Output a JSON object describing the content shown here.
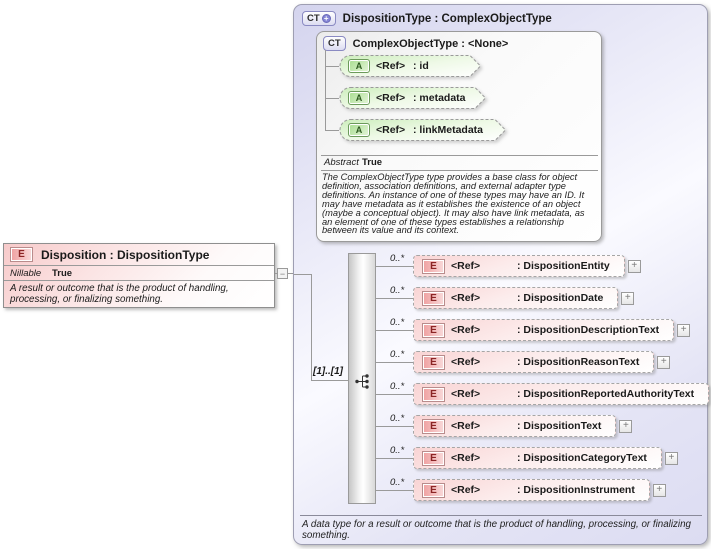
{
  "diagram": {
    "element": {
      "badge": "E",
      "title": "Disposition : DispositionType",
      "property_name": "Nillable",
      "property_value": "True",
      "annotation": "A result or outcome that is the product of handling, processing, or finalizing something."
    },
    "connector": {
      "collapse_glyph": "−"
    },
    "type_box": {
      "badge": "CT",
      "badge_plus": "+",
      "title": "DispositionType : ComplexObjectType",
      "annotation": "A data type for a result or outcome that is the product of handling, processing, or finalizing something.",
      "base_type": {
        "badge": "CT",
        "title": "ComplexObjectType : <None>",
        "attributes": [
          {
            "badge": "A",
            "ref": "<Ref>",
            "name": ": id"
          },
          {
            "badge": "A",
            "ref": "<Ref>",
            "name": ": metadata"
          },
          {
            "badge": "A",
            "ref": "<Ref>",
            "name": ": linkMetadata"
          }
        ],
        "property_name": "Abstract",
        "property_value": "True",
        "annotation": "The ComplexObjectType type provides a base class for object definition, association definitions, and external adapter type definitions. An instance of one of these types may have an ID. It may have metadata as it establishes the existence of an object (maybe a conceptual object). It may also have link metadata, as an element of one of these types establishes a relationship between its value and its context."
      },
      "sequence": {
        "cardinality": "[1]..[1]"
      },
      "children": [
        {
          "badge": "E",
          "occurrence": "0..*",
          "ref": "<Ref>",
          "name": ": DispositionEntity",
          "expand": "+"
        },
        {
          "badge": "E",
          "occurrence": "0..*",
          "ref": "<Ref>",
          "name": ": DispositionDate",
          "expand": "+"
        },
        {
          "badge": "E",
          "occurrence": "0..*",
          "ref": "<Ref>",
          "name": ": DispositionDescriptionText",
          "expand": "+"
        },
        {
          "badge": "E",
          "occurrence": "0..*",
          "ref": "<Ref>",
          "name": ": DispositionReasonText",
          "expand": "+"
        },
        {
          "badge": "E",
          "occurrence": "0..*",
          "ref": "<Ref>",
          "name": ": DispositionReportedAuthorityText",
          "expand": "+"
        },
        {
          "badge": "E",
          "occurrence": "0..*",
          "ref": "<Ref>",
          "name": ": DispositionText",
          "expand": "+"
        },
        {
          "badge": "E",
          "occurrence": "0..*",
          "ref": "<Ref>",
          "name": ": DispositionCategoryText",
          "expand": "+"
        },
        {
          "badge": "E",
          "occurrence": "0..*",
          "ref": "<Ref>",
          "name": ": DispositionInstrument",
          "expand": "+"
        }
      ],
      "colors": {
        "lavender_fill": "#dcdcf2",
        "element_pink": "#f9d4d4",
        "attribute_green": "#cdeebd",
        "badge_red_text": "#8b2525",
        "badge_green_text": "#2c5a1e"
      }
    }
  }
}
